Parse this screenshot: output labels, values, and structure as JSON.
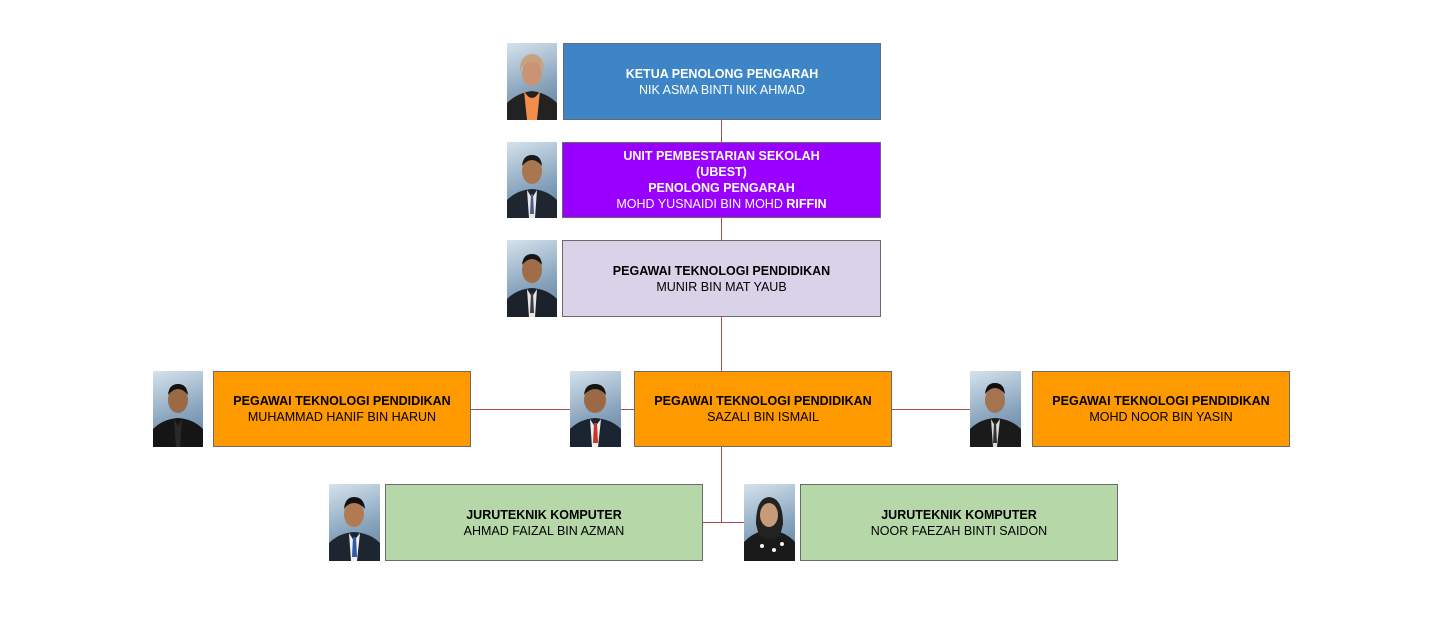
{
  "colors": {
    "connector": "#b04a4a",
    "head": "#3d85c6",
    "ubest": "#9900ff",
    "officer": "#d9d2e9",
    "team": "#ff9900",
    "technician": "#b6d7a8"
  },
  "nodes": {
    "head": {
      "role": "KETUA PENOLONG PENGARAH",
      "name": "NIK ASMA BINTI NIK AHMAD",
      "photo_icon": "person-photo-icon"
    },
    "ubest": {
      "role_line1": "UNIT PEMBESTARIAN SEKOLAH",
      "role_line2": "(UBEST)",
      "role_line3": "PENOLONG PENGARAH",
      "name_prefix": "MOHD YUSNAIDI BIN MOHD ",
      "name_suffix": "RIFFIN",
      "photo_icon": "person-photo-icon"
    },
    "officer_munir": {
      "role": "PEGAWAI TEKNOLOGI PENDIDIKAN",
      "name": "MUNIR BIN MAT YAUB",
      "photo_icon": "person-photo-icon"
    },
    "officer_hanif": {
      "role": "PEGAWAI TEKNOLOGI PENDIDIKAN",
      "name": "MUHAMMAD HANIF BIN HARUN",
      "photo_icon": "person-photo-icon"
    },
    "officer_sazali": {
      "role": "PEGAWAI TEKNOLOGI PENDIDIKAN",
      "name": "SAZALI BIN ISMAIL",
      "photo_icon": "person-photo-icon"
    },
    "officer_noor": {
      "role": "PEGAWAI TEKNOLOGI PENDIDIKAN",
      "name": "MOHD NOOR BIN YASIN",
      "photo_icon": "person-photo-icon"
    },
    "tech_faizal": {
      "role": "JURUTEKNIK KOMPUTER",
      "name": "AHMAD FAIZAL BIN AZMAN",
      "photo_icon": "person-photo-icon"
    },
    "tech_faezah": {
      "role": "JURUTEKNIK KOMPUTER",
      "name": "NOOR FAEZAH BINTI SAIDON",
      "photo_icon": "person-photo-icon"
    }
  }
}
